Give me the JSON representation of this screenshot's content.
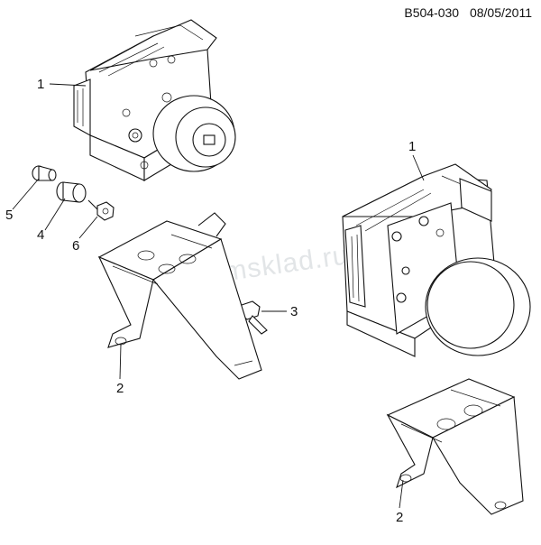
{
  "header": {
    "code": "B504-030",
    "date": "08/05/2011"
  },
  "watermark": "gmsklad.ru",
  "callouts": [
    {
      "label": "1",
      "part": "abs-modulator-unit-upper"
    },
    {
      "label": "5",
      "part": "bolt"
    },
    {
      "label": "4",
      "part": "bushing"
    },
    {
      "label": "6",
      "part": "nut"
    },
    {
      "label": "3",
      "part": "bolt"
    },
    {
      "label": "2",
      "part": "bracket-left"
    },
    {
      "label": "1",
      "part": "abs-modulator-unit-right"
    },
    {
      "label": "2",
      "part": "bracket-right"
    }
  ]
}
